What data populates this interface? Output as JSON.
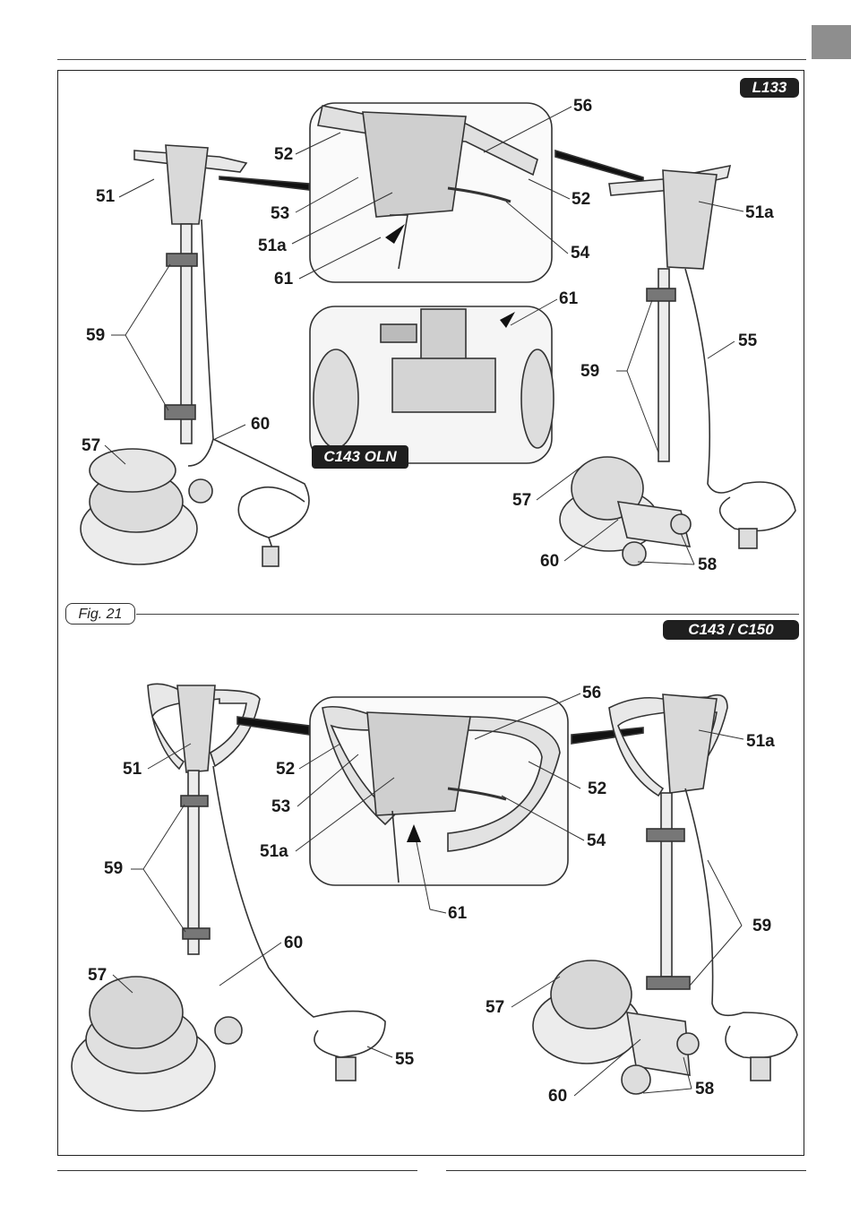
{
  "badges": {
    "top": "L133",
    "bottom": "C143 / C150"
  },
  "inset_badge": "C143 OLN",
  "figure_label": "Fig. 21",
  "top_labels": {
    "l51": "51",
    "l52a": "52",
    "l53": "53",
    "l51a_mid": "51a",
    "l61_mid": "61",
    "l56": "56",
    "l52b": "52",
    "l54": "54",
    "l51a_right": "51a",
    "l61_inset": "61",
    "l59_left": "59",
    "l59_right": "59",
    "l55": "55",
    "l60_left": "60",
    "l57_left": "57",
    "l57_right": "57",
    "l60_right": "60",
    "l58": "58"
  },
  "bottom_labels": {
    "l56": "56",
    "l51a_right": "51a",
    "l51": "51",
    "l52a": "52",
    "l52b": "52",
    "l53": "53",
    "l54": "54",
    "l51a_mid": "51a",
    "l59_left": "59",
    "l61": "61",
    "l59_right": "59",
    "l60_left": "60",
    "l57_left": "57",
    "l57_right": "57",
    "l55": "55",
    "l60_right": "60",
    "l58": "58"
  }
}
